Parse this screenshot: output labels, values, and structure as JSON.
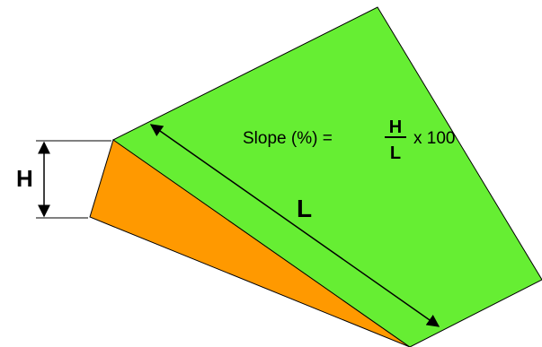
{
  "diagram": {
    "height_label": "H",
    "length_label": "L",
    "formula": {
      "lhs": "Slope (%) =",
      "numerator": "H",
      "denominator": "L",
      "multiplier": "x 100"
    },
    "colors": {
      "top_face": "#66ee33",
      "side_face": "#ff9900",
      "outline": "#000000"
    }
  }
}
